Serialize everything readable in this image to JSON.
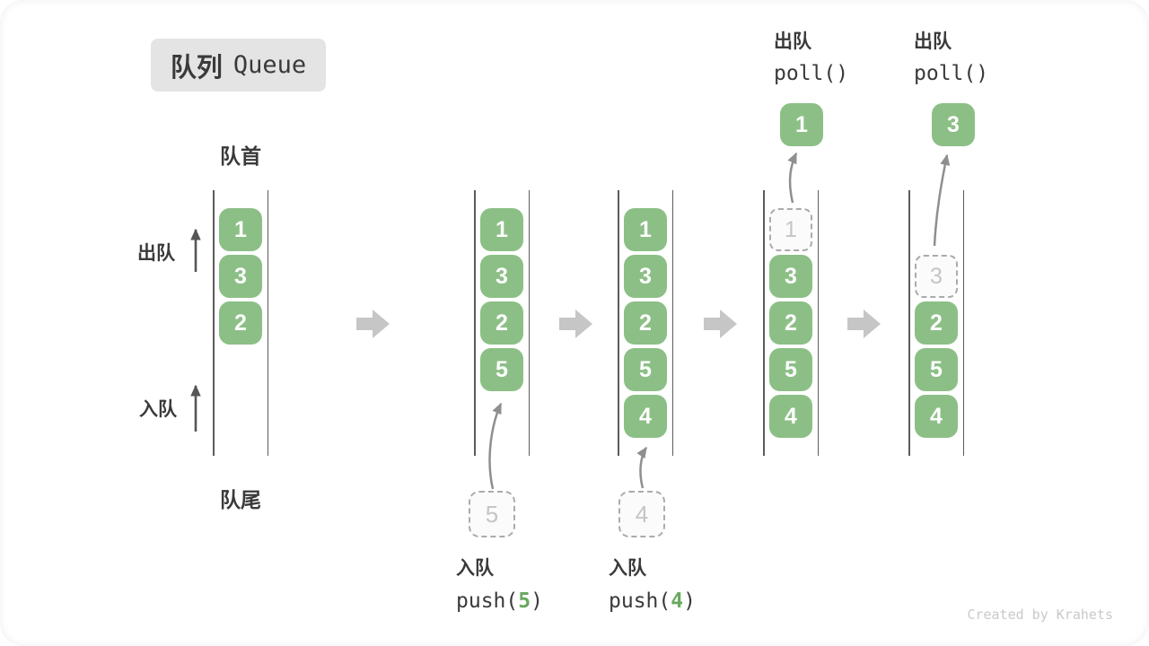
{
  "title": {
    "zh": "队列",
    "en": "Queue"
  },
  "labels": {
    "front": "队首",
    "rear": "队尾",
    "dequeue": "出队",
    "enqueue": "入队"
  },
  "watermark": "Created by Krahets",
  "colors": {
    "box_green": "#8cbf86",
    "code_green": "#69a95f",
    "dark_text": "#3a3a3a",
    "dashed_border": "#ababab",
    "dashed_text": "#c5c5c5",
    "block_arrow": "#c6c6c6",
    "curved_arrow": "#8f8f8f",
    "side_arrow": "#565656",
    "wall": "#5c5c5c",
    "badge_bg": "#e4e4e4",
    "watermark_gray": "#c9c9c9"
  },
  "states": [
    {
      "id": "state-initial",
      "start_slot": 0,
      "items": [
        {
          "value": "1",
          "style": "solid"
        },
        {
          "value": "3",
          "style": "solid"
        },
        {
          "value": "2",
          "style": "solid"
        }
      ]
    },
    {
      "id": "state-after-push-5",
      "start_slot": 0,
      "items": [
        {
          "value": "1",
          "style": "solid"
        },
        {
          "value": "3",
          "style": "solid"
        },
        {
          "value": "2",
          "style": "solid"
        },
        {
          "value": "5",
          "style": "solid"
        }
      ],
      "incoming": {
        "value": "5"
      },
      "caption": {
        "line1": "入队",
        "code_before": "push(",
        "code_arg": "5",
        "code_after": ")"
      }
    },
    {
      "id": "state-after-push-4",
      "start_slot": 0,
      "items": [
        {
          "value": "1",
          "style": "solid"
        },
        {
          "value": "3",
          "style": "solid"
        },
        {
          "value": "2",
          "style": "solid"
        },
        {
          "value": "5",
          "style": "solid"
        },
        {
          "value": "4",
          "style": "solid"
        }
      ],
      "incoming": {
        "value": "4"
      },
      "caption": {
        "line1": "入队",
        "code_before": "push(",
        "code_arg": "4",
        "code_after": ")"
      }
    },
    {
      "id": "state-after-poll-1",
      "start_slot": 0,
      "items": [
        {
          "value": "1",
          "style": "dashed"
        },
        {
          "value": "3",
          "style": "solid"
        },
        {
          "value": "2",
          "style": "solid"
        },
        {
          "value": "5",
          "style": "solid"
        },
        {
          "value": "4",
          "style": "solid"
        }
      ],
      "popped": {
        "value": "1"
      },
      "header": {
        "line1": "出队",
        "line2": "poll()"
      }
    },
    {
      "id": "state-after-poll-3",
      "start_slot": 1,
      "items": [
        {
          "value": "3",
          "style": "dashed"
        },
        {
          "value": "2",
          "style": "solid"
        },
        {
          "value": "5",
          "style": "solid"
        },
        {
          "value": "4",
          "style": "solid"
        }
      ],
      "popped": {
        "value": "3"
      },
      "header": {
        "line1": "出队",
        "line2": "poll()"
      }
    }
  ]
}
